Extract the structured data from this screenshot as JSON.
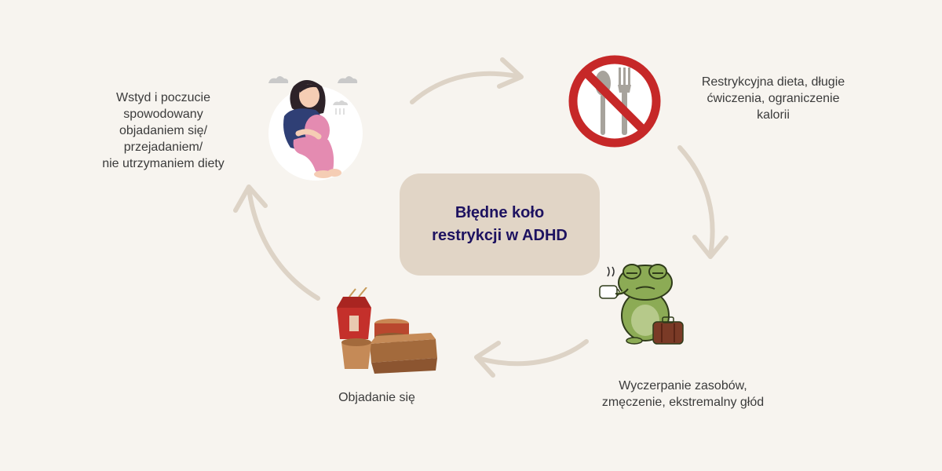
{
  "title_lines": [
    "Błędne koło",
    "restrykcji w ADHD"
  ],
  "steps": [
    {
      "lines": [
        "Restrykcyjna dieta, długie",
        "ćwiczenia, ograniczenie",
        "kalorii"
      ],
      "icon": "no-cutlery-icon"
    },
    {
      "lines": [
        "Wyczerpanie zasobów,",
        "zmęczenie, ekstremalny głód"
      ],
      "icon": "tired-frog-icon"
    },
    {
      "lines": [
        "Objadanie się"
      ],
      "icon": "takeout-food-icon"
    },
    {
      "lines": [
        "Wstyd i poczucie",
        "spowodowany",
        "objadaniem się/",
        "przejadaniem/",
        "nie utrzymaniem diety"
      ],
      "icon": "sad-girl-icon"
    }
  ],
  "colors": {
    "background": "#f7f4ef",
    "center_box": "#e1d5c6",
    "title_text": "#1d1260",
    "arrow": "#ddd3c6",
    "no_sign_red": "#c62828"
  }
}
